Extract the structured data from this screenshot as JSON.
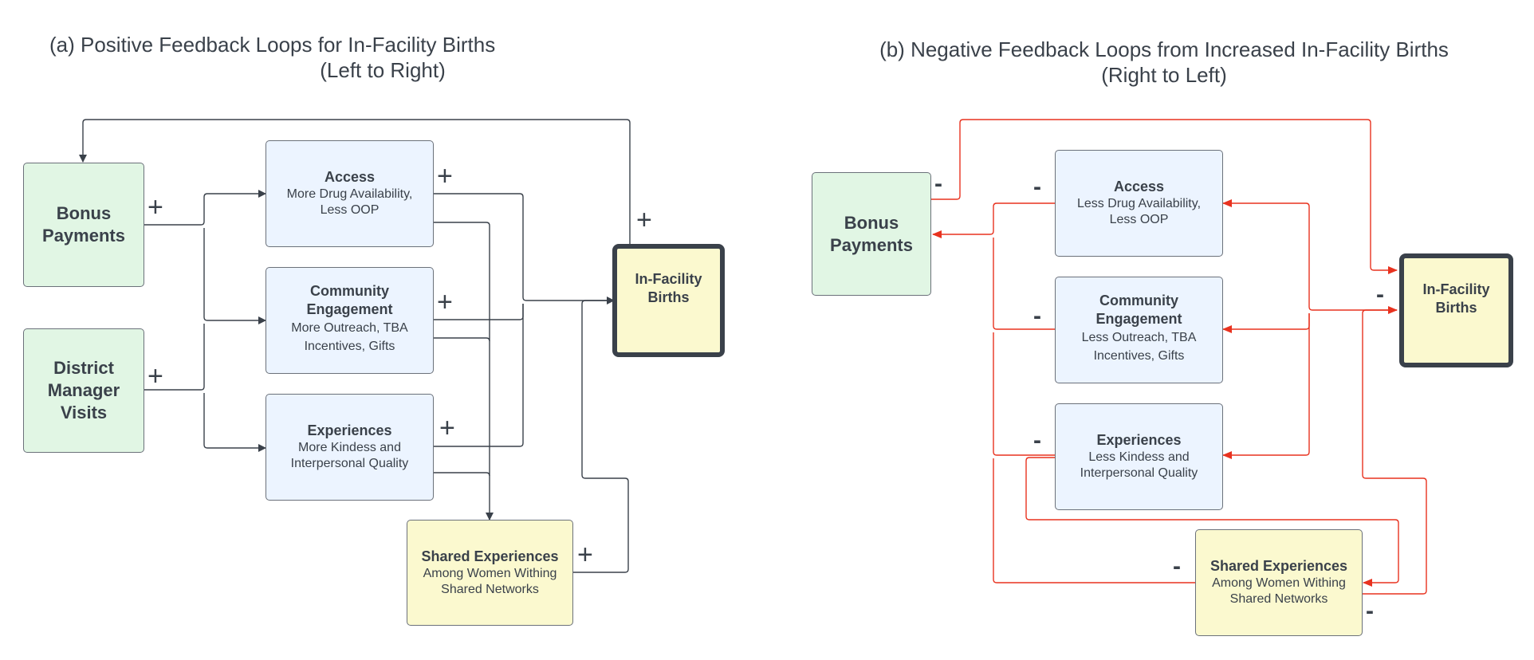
{
  "panel_a": {
    "title_line1": "(a) Positive Feedback Loops for In-Facility Births",
    "title_line2": "(Left to Right)",
    "edge_color": "#3a414a",
    "nodes": {
      "bonus": {
        "title": "Bonus Payments",
        "line1": "Bonus",
        "line2": "Payments"
      },
      "district": {
        "line1": "District",
        "line2": "Manager",
        "line3": "Visits"
      },
      "access": {
        "title": "Access",
        "sub1": "More Drug Availability,",
        "sub2": "Less OOP"
      },
      "community": {
        "title1": "Community",
        "title2": "Engagement",
        "sub1": "More Outreach, TBA",
        "sub2": "Incentives, Gifts"
      },
      "experiences": {
        "title": "Experiences",
        "sub1": "More Kindess and",
        "sub2": "Interpersonal Quality"
      },
      "shared": {
        "title": "Shared Experiences",
        "sub1": "Among Women Withing",
        "sub2": "Shared Networks"
      },
      "facility": {
        "line1": "In-Facility",
        "line2": "Births"
      }
    },
    "signs": {
      "bonus": "+",
      "district": "+",
      "access": "+",
      "community": "+",
      "experiences": "+",
      "shared": "+",
      "facility": "+"
    }
  },
  "panel_b": {
    "title_line1": "(b) Negative Feedback Loops from Increased In-Facility Births",
    "title_line2": "(Right to Left)",
    "edge_color": "#e8321f",
    "nodes": {
      "bonus": {
        "line1": "Bonus",
        "line2": "Payments"
      },
      "access": {
        "title": "Access",
        "sub1": "Less Drug Availability,",
        "sub2": "Less OOP"
      },
      "community": {
        "title1": "Community",
        "title2": "Engagement",
        "sub1": "Less Outreach, TBA",
        "sub2": "Incentives, Gifts"
      },
      "experiences": {
        "title": "Experiences",
        "sub1": "Less Kindess and",
        "sub2": "Interpersonal Quality"
      },
      "shared": {
        "title": "Shared Experiences",
        "sub1": "Among Women Withing",
        "sub2": "Shared Networks"
      },
      "facility": {
        "line1": "In-Facility",
        "line2": "Births"
      }
    },
    "signs": {
      "bonus": "-",
      "access": "-",
      "community": "-",
      "experiences": "-",
      "shared_left": "-",
      "shared_right": "-",
      "facility": "-"
    }
  }
}
